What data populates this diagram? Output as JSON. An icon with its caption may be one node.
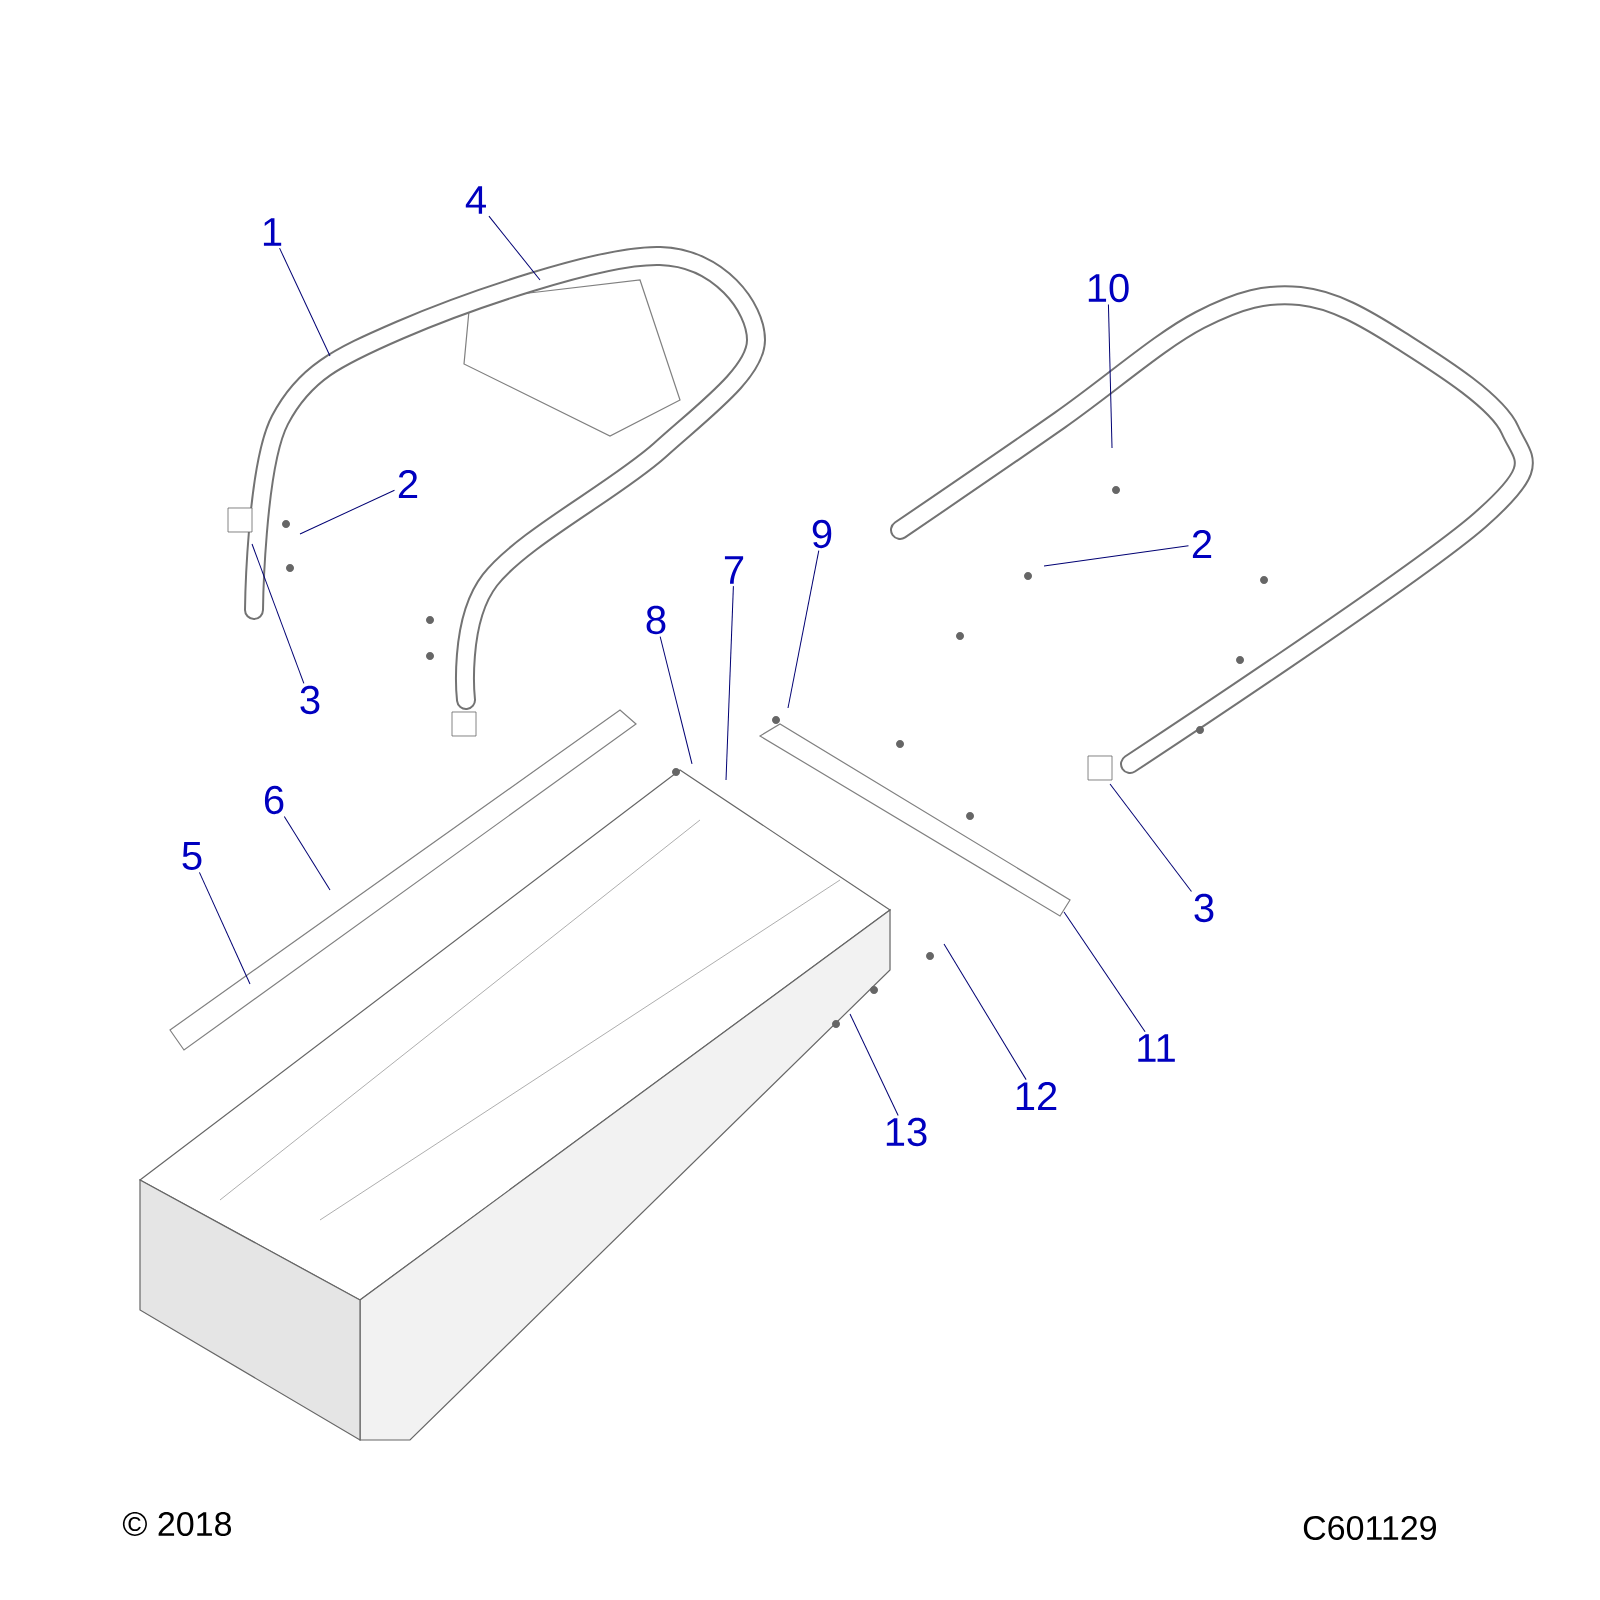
{
  "diagram": {
    "nodes": [
      {
        "text": [
          "4"
        ]
      },
      {
        "text": [
          "1"
        ]
      },
      {
        "text": [
          "10"
        ]
      },
      {
        "text": [
          "2"
        ]
      },
      {
        "text": [
          "9"
        ]
      },
      {
        "text": [
          "2"
        ]
      },
      {
        "text": [
          "7"
        ]
      },
      {
        "text": [
          "8"
        ]
      },
      {
        "text": [
          "3"
        ]
      },
      {
        "text": [
          "6"
        ]
      },
      {
        "text": [
          "5"
        ]
      },
      {
        "text": [
          "3"
        ]
      },
      {
        "text": [
          "11"
        ]
      },
      {
        "text": [
          "12"
        ]
      },
      {
        "text": [
          "13"
        ]
      }
    ],
    "edges": [
      {
        "from": 0,
        "to": null,
        "arrow": "none"
      },
      {
        "from": 1,
        "to": null,
        "arrow": "none"
      },
      {
        "from": 2,
        "to": null,
        "arrow": "none"
      },
      {
        "from": 3,
        "to": null,
        "arrow": "none"
      },
      {
        "from": 4,
        "to": null,
        "arrow": "none"
      },
      {
        "from": 5,
        "to": null,
        "arrow": "none"
      },
      {
        "from": 6,
        "to": null,
        "arrow": "none"
      },
      {
        "from": 7,
        "to": null,
        "arrow": "none"
      },
      {
        "from": 8,
        "to": null,
        "arrow": "none"
      },
      {
        "from": 9,
        "to": null,
        "arrow": "none"
      },
      {
        "from": 10,
        "to": null,
        "arrow": "none"
      },
      {
        "from": 11,
        "to": null,
        "arrow": "none"
      },
      {
        "from": 12,
        "to": null,
        "arrow": "none"
      },
      {
        "from": 13,
        "to": null,
        "arrow": "none"
      },
      {
        "from": 14,
        "to": null,
        "arrow": "none"
      }
    ],
    "labels": [
      "© 2018",
      "C601129"
    ]
  }
}
